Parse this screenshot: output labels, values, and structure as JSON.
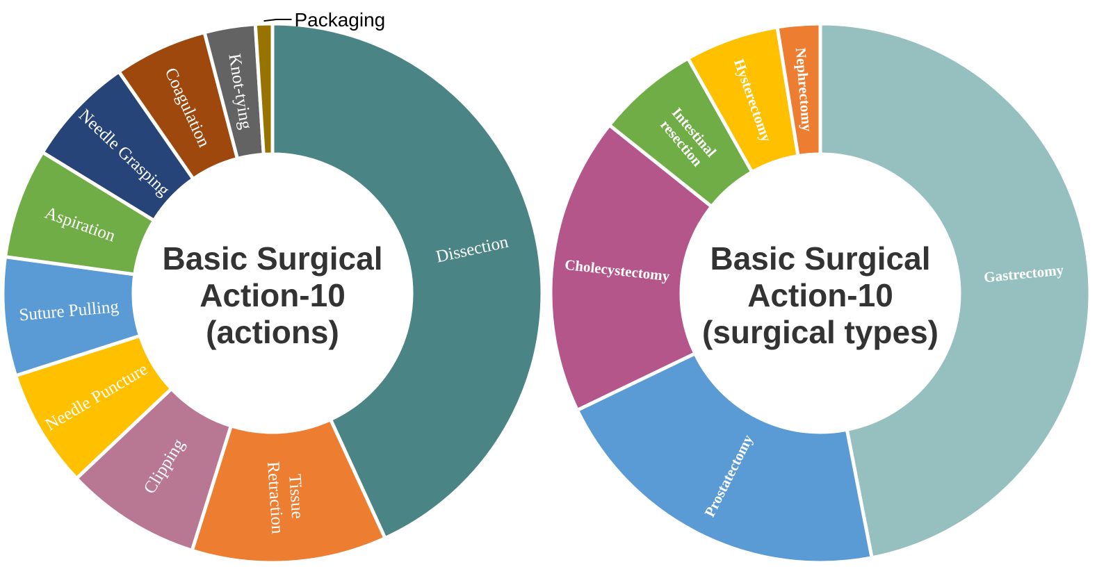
{
  "chart_data": [
    {
      "type": "pie",
      "variant": "donut",
      "title": [
        "Basic Surgical",
        "Action-10",
        "(actions)"
      ],
      "slices": [
        {
          "name": "Dissection",
          "value": 42.5,
          "color": "#4a8484",
          "label_lines": [
            "Dissection"
          ]
        },
        {
          "name": "Tissue Retraction",
          "value": 11.5,
          "color": "#ed7d31",
          "label_lines": [
            "Tissue",
            "Retraction"
          ]
        },
        {
          "name": "Clipping",
          "value": 8.0,
          "color": "#b87894",
          "label_lines": [
            "Clipping"
          ]
        },
        {
          "name": "Needle Puncture",
          "value": 7.0,
          "color": "#ffc000",
          "label_lines": [
            "Needle Puncture"
          ]
        },
        {
          "name": "Suture Pulling",
          "value": 7.0,
          "color": "#5b9bd5",
          "label_lines": [
            "Suture Pulling"
          ]
        },
        {
          "name": "Aspiration",
          "value": 6.5,
          "color": "#70ad47",
          "label_lines": [
            "Aspiration"
          ]
        },
        {
          "name": "Needle Grasping",
          "value": 6.5,
          "color": "#264478",
          "label_lines": [
            "Needle Grasping"
          ]
        },
        {
          "name": "Coagulation",
          "value": 5.5,
          "color": "#9e480e",
          "label_lines": [
            "Coagulation"
          ]
        },
        {
          "name": "Knot-tying",
          "value": 3.0,
          "color": "#636363",
          "label_lines": [
            "Knot-tying"
          ]
        },
        {
          "name": "Packaging",
          "value": 1.0,
          "color": "#997300",
          "label_lines": [
            "Packaging"
          ],
          "callout": true
        }
      ]
    },
    {
      "type": "pie",
      "variant": "donut",
      "title": [
        "Basic Surgical",
        "Action-10",
        "(surgical types)"
      ],
      "slices": [
        {
          "name": "Gastrectomy",
          "value": 46.0,
          "color": "#96c0c0",
          "label_lines": [
            "Gastrectomy"
          ]
        },
        {
          "name": "Prostatectomy",
          "value": 20.5,
          "color": "#5b9bd5",
          "label_lines": [
            "Prostatectomy"
          ]
        },
        {
          "name": "Cholecystectomy",
          "value": 17.5,
          "color": "#b5568a",
          "label_lines": [
            "Cholecystectomy"
          ]
        },
        {
          "name": "Intestinal resection",
          "value": 6.0,
          "color": "#70ad47",
          "label_lines": [
            "Intestinal",
            "resection"
          ]
        },
        {
          "name": "Hysterectomy",
          "value": 5.5,
          "color": "#ffc000",
          "label_lines": [
            "Hysterectomy"
          ]
        },
        {
          "name": "Nephrectomy",
          "value": 2.5,
          "color": "#ed7d31",
          "label_lines": [
            "Nephrectomy"
          ]
        }
      ]
    }
  ]
}
